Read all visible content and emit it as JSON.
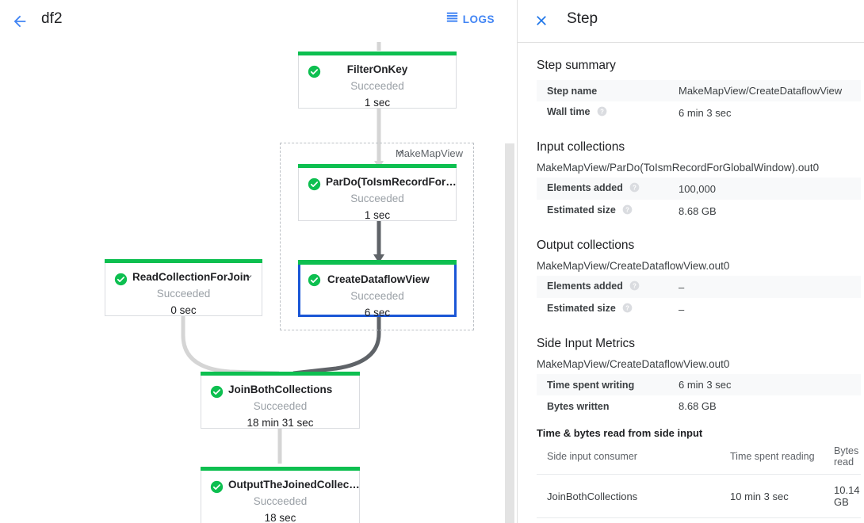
{
  "topbar": {
    "back_icon": "arrow-left-icon",
    "job_title": "df2",
    "logs_icon": "list-icon",
    "logs_label": "LOGS"
  },
  "graph": {
    "group": {
      "label": "MakeMapView",
      "collapse_icon": "chevron-up-icon"
    },
    "nodes": [
      {
        "id": "filter-on-key",
        "title": "FilterOnKey",
        "status": "Succeeded",
        "duration": "1 sec",
        "status_icon": "check-circle-icon",
        "selected": false,
        "has_chevron": false
      },
      {
        "id": "pardo-toismrecordfor",
        "title": "ParDo(ToIsmRecordFor…",
        "status": "Succeeded",
        "duration": "1 sec",
        "status_icon": "check-circle-icon",
        "selected": false,
        "has_chevron": false
      },
      {
        "id": "create-dataflow-view",
        "title": "CreateDataflowView",
        "status": "Succeeded",
        "duration": "6 sec",
        "status_icon": "check-circle-icon",
        "selected": true,
        "has_chevron": false
      },
      {
        "id": "read-collection-for-join",
        "title": "ReadCollectionForJoin",
        "status": "Succeeded",
        "duration": "0 sec",
        "status_icon": "check-circle-icon",
        "selected": false,
        "has_chevron": true
      },
      {
        "id": "join-both-collections",
        "title": "JoinBothCollections",
        "status": "Succeeded",
        "duration": "18 min 31 sec",
        "status_icon": "check-circle-icon",
        "selected": false,
        "has_chevron": false
      },
      {
        "id": "output-the-joined-collec",
        "title": "OutputTheJoinedCollec…",
        "status": "Succeeded",
        "duration": "18 sec",
        "status_icon": "check-circle-icon",
        "selected": false,
        "has_chevron": false
      }
    ]
  },
  "panel": {
    "close_icon": "close-icon",
    "title": "Step",
    "step_summary": {
      "heading": "Step summary",
      "rows": [
        {
          "key": "Step name",
          "value": "MakeMapView/CreateDataflowView",
          "help": false
        },
        {
          "key": "Wall time",
          "value": "6 min 3 sec",
          "help": true
        }
      ]
    },
    "input_collections": {
      "heading": "Input collections",
      "collection_name": "MakeMapView/ParDo(ToIsmRecordForGlobalWindow).out0",
      "rows": [
        {
          "key": "Elements added",
          "value": "100,000",
          "help": true
        },
        {
          "key": "Estimated size",
          "value": "8.68 GB",
          "help": true
        }
      ]
    },
    "output_collections": {
      "heading": "Output collections",
      "collection_name": "MakeMapView/CreateDataflowView.out0",
      "rows": [
        {
          "key": "Elements added",
          "value": "–",
          "help": true
        },
        {
          "key": "Estimated size",
          "value": "–",
          "help": true
        }
      ]
    },
    "side_input_metrics": {
      "heading": "Side Input Metrics",
      "collection_name": "MakeMapView/CreateDataflowView.out0",
      "rows": [
        {
          "key": "Time spent writing",
          "value": "6 min 3 sec",
          "help": false
        },
        {
          "key": "Bytes written",
          "value": "8.68 GB",
          "help": false
        }
      ],
      "table": {
        "subheading": "Time & bytes read from side input",
        "columns": [
          "Side input consumer",
          "Time spent reading",
          "Bytes read"
        ],
        "rows": [
          [
            "JoinBothCollections",
            "10 min 3 sec",
            "10.14 GB"
          ]
        ]
      }
    }
  },
  "colors": {
    "accent_blue": "#4285f4",
    "selected_blue": "#1a56d6",
    "success_green": "#0dbf50",
    "edge_light": "#d5d5d5",
    "edge_dark": "#5f6368",
    "row_stripe": "#f8f9fa"
  }
}
